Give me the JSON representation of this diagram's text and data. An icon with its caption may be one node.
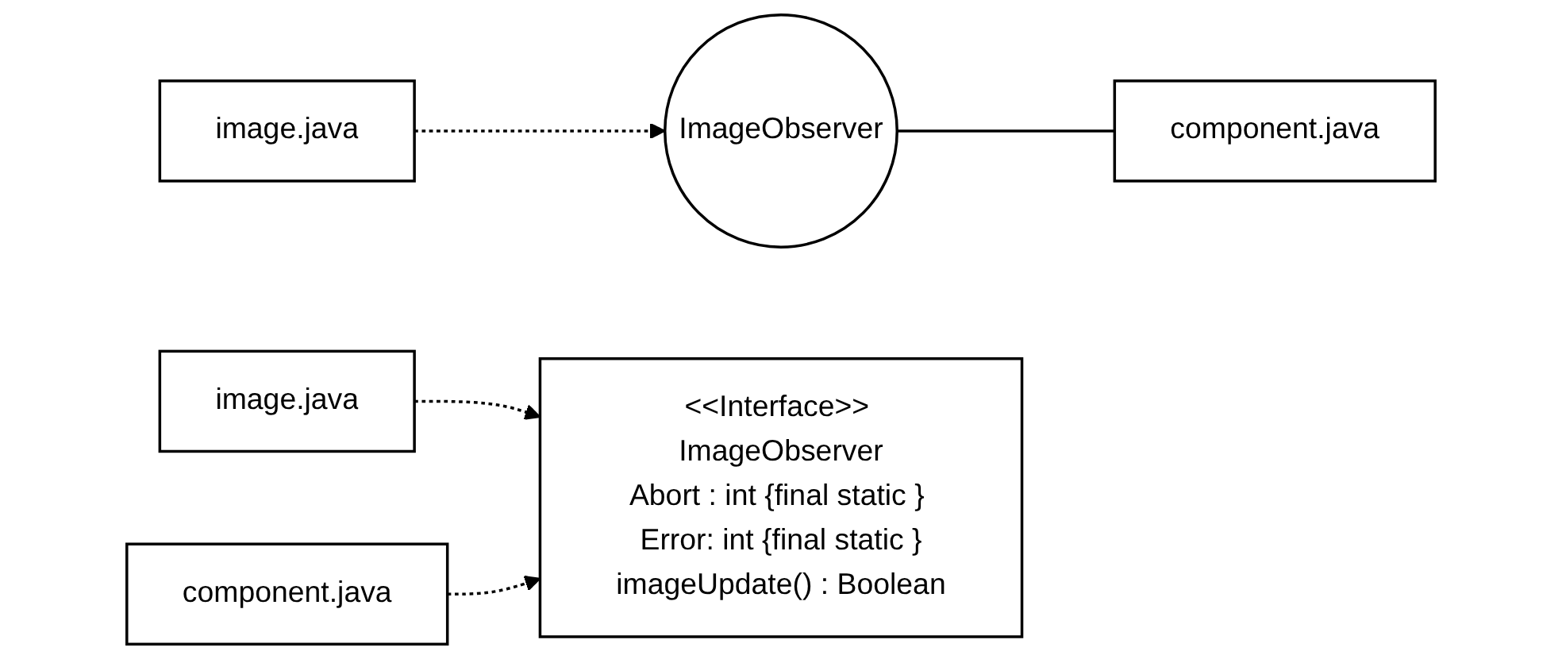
{
  "diagram": {
    "nodes": [
      {
        "text": [
          "image.java"
        ]
      },
      {
        "text": [
          "ImageObserver"
        ]
      },
      {
        "text": [
          "component.java"
        ]
      },
      {
        "text": [
          "image.java"
        ]
      },
      {
        "text": [
          "<<Interface>> ImageObserver",
          "Abort : int {final static } Error: int {final static }",
          "imageUpdate() : Boolean"
        ]
      },
      {
        "text": [
          "component.java"
        ]
      }
    ],
    "edges": [
      {
        "from": 0,
        "to": 1,
        "arrow": "to",
        "style": "dashed"
      },
      {
        "from": 1,
        "to": 2,
        "arrow": "none"
      },
      {
        "from": 3,
        "to": 4,
        "arrow": "to",
        "style": "dashed"
      },
      {
        "from": 5,
        "to": 4,
        "arrow": "to",
        "style": "dashed"
      }
    ]
  }
}
